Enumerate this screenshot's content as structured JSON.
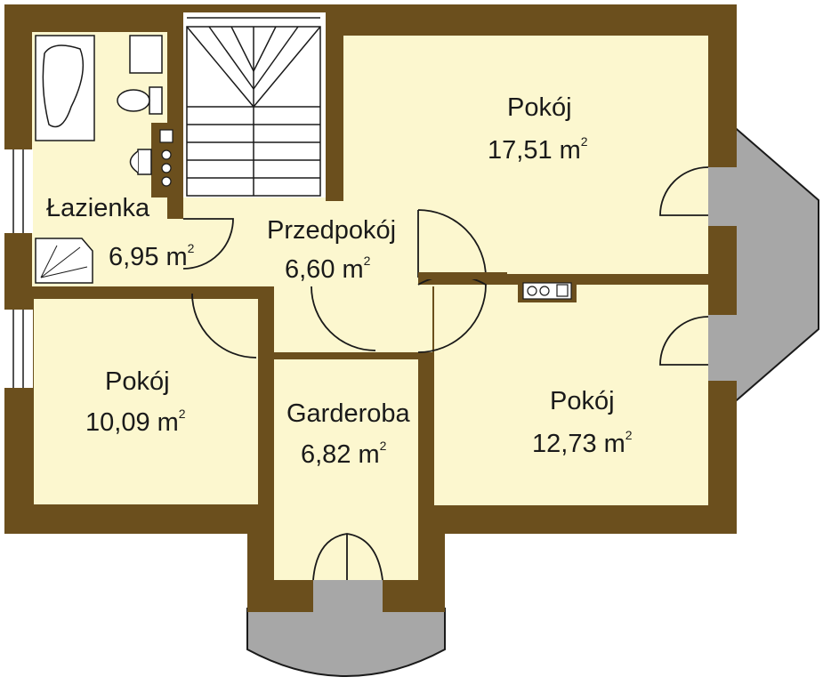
{
  "colors": {
    "wall": "#6b4f1d",
    "floor": "#fcf7cf",
    "bay": "#a7a7a7",
    "line": "#1a1a1a",
    "fixture": "#ffffff"
  },
  "rooms": {
    "lazienka": {
      "name": "Łazienka",
      "area": "6,95 m",
      "unit_sup": "2"
    },
    "przedpokoj": {
      "name": "Przedpokój",
      "area": "6,60 m",
      "unit_sup": "2"
    },
    "pokoj_ne": {
      "name": "Pokój",
      "area": "17,51 m",
      "unit_sup": "2"
    },
    "pokoj_w": {
      "name": "Pokój",
      "area": "10,09 m",
      "unit_sup": "2"
    },
    "garderoba": {
      "name": "Garderoba",
      "area": "6,82 m",
      "unit_sup": "2"
    },
    "pokoj_se": {
      "name": "Pokój",
      "area": "12,73 m",
      "unit_sup": "2"
    }
  },
  "icons": [
    "bathtub-icon",
    "toilet-icon",
    "sink-icon",
    "shower-icon",
    "stove-icon",
    "staircase-icon",
    "door-swing-icon"
  ]
}
